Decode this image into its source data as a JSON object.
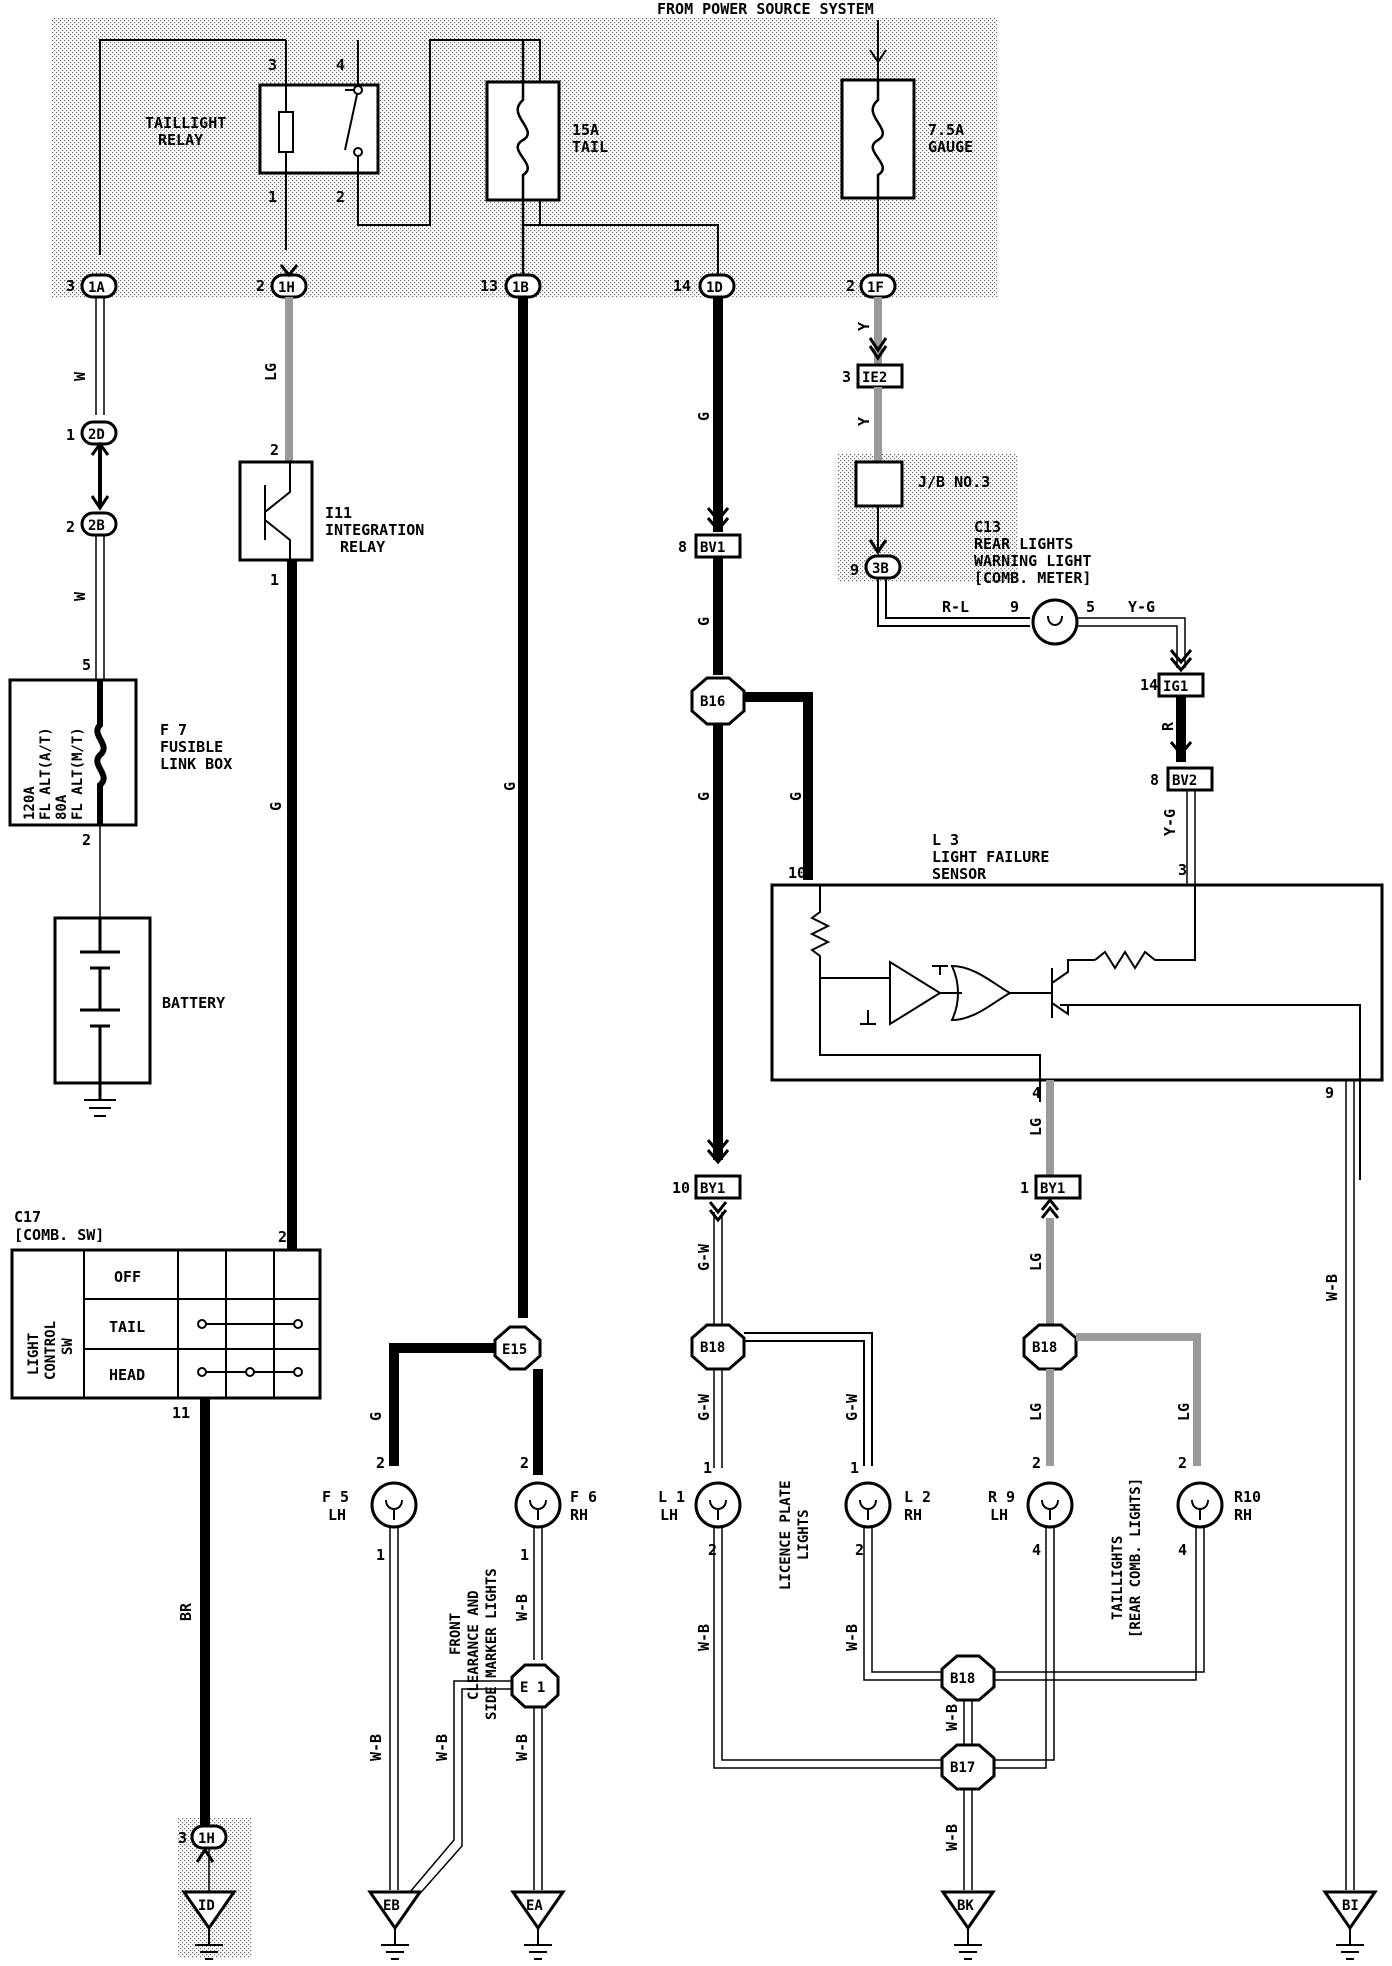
{
  "header": {
    "source": "FROM POWER SOURCE SYSTEM"
  },
  "junction_block": {
    "relay_name": [
      "TAILLIGHT",
      "RELAY"
    ],
    "relay_pins": {
      "p3": "3",
      "p4": "4",
      "p1": "1",
      "p2": "2"
    },
    "fuse_tail": [
      "15A",
      "TAIL"
    ],
    "fuse_gauge": [
      "7.5A",
      "GAUGE"
    ],
    "connectors": [
      {
        "pin": "3",
        "code": "1A"
      },
      {
        "pin": "2",
        "code": "1H"
      },
      {
        "pin": "13",
        "code": "1B"
      },
      {
        "pin": "14",
        "code": "1D"
      },
      {
        "pin": "2",
        "code": "1F"
      }
    ]
  },
  "battery_branch": {
    "wire1": "W",
    "conn_2d": {
      "pin": "1",
      "code": "2D"
    },
    "conn_2b": {
      "pin": "2",
      "code": "2B"
    },
    "wire2": "W",
    "pin5": "5",
    "fusible": {
      "id": "F 7",
      "name": [
        "FUSIBLE",
        "LINK BOX"
      ],
      "ratings": [
        "120A",
        "FL ALT(A/T)",
        "80A",
        "FL ALT(M/T)"
      ],
      "pin2": "2"
    },
    "battery": "BATTERY"
  },
  "integration_relay": {
    "wire": "LG",
    "pin_in": "2",
    "id": "I11",
    "name": [
      "INTEGRATION",
      "RELAY"
    ],
    "pin_out": "1",
    "wire_out": "G"
  },
  "switch": {
    "id": "C17",
    "sub": "[COMB. SW]",
    "name": [
      "LIGHT",
      "CONTROL",
      "SW"
    ],
    "pin2": "2",
    "pin11": "11",
    "rows": [
      "OFF",
      "TAIL",
      "HEAD"
    ],
    "wire_br": "BR",
    "conn": {
      "pin": "3",
      "code": "1H"
    },
    "ground": "ID"
  },
  "front_lights": {
    "wire_g_main": "G",
    "junction_e15": "E15",
    "wire_g_left": "G",
    "left": {
      "id": "F 5",
      "side": "LH",
      "pin_top": "2",
      "pin_bot": "1"
    },
    "right": {
      "id": "F 6",
      "side": "RH",
      "pin_top": "2",
      "pin_bot": "1"
    },
    "caption": [
      "FRONT",
      "CLEARANCE AND",
      "SIDE MARKER LIGHTS"
    ],
    "junction_e1": "E 1",
    "wires_wb": [
      "W-B",
      "W-B",
      "W-B",
      "W-B"
    ],
    "grounds": [
      "EB",
      "EA"
    ]
  },
  "tail_branch": {
    "wire_g1": "G",
    "conn_bv1": {
      "pin": "8",
      "code": "BV1"
    },
    "wire_g2": "G",
    "junction_b16": "B16",
    "wire_g3": "G",
    "wire_g4": "G",
    "conn_by1_left": {
      "pin": "10",
      "code": "BY1"
    },
    "wire_gw": "G-W",
    "junction_b18_left": "B18",
    "license_left": {
      "id": "L 1",
      "side": "LH",
      "pin_top": "1",
      "pin_bot": "2"
    },
    "license_right": {
      "id": "L 2",
      "side": "RH",
      "pin_top": "1",
      "pin_bot": "2"
    },
    "license_caption": [
      "LICENCE PLATE",
      "LIGHTS"
    ],
    "wires_gw": [
      "G-W",
      "G-W"
    ],
    "wires_wb": [
      "W-B",
      "W-B",
      "W-B",
      "W-B"
    ],
    "junction_b18_bottom": "B18",
    "junction_b17": "B17",
    "ground": "BK"
  },
  "gauge_branch": {
    "wire_y1": "Y",
    "conn_ie2": {
      "pin": "3",
      "code": "IE2"
    },
    "wire_y2": "Y",
    "jb3": "J/B NO.3",
    "conn_3b": {
      "pin": "9",
      "code": "3B"
    },
    "warning": {
      "id": "C13",
      "name": [
        "REAR LIGHTS",
        "WARNING LIGHT",
        "[COMB. METER]"
      ],
      "pin_l": "9",
      "pin_r": "5"
    },
    "wire_rl": "R-L",
    "wire_yg": "Y-G",
    "conn_ig1": {
      "pin": "14",
      "code": "IG1"
    },
    "wire_r": "R",
    "conn_bv2": {
      "pin": "8",
      "code": "BV2"
    },
    "wire_yg2": "Y-G"
  },
  "sensor": {
    "id": "L 3",
    "name": [
      "LIGHT FAILURE",
      "SENSOR"
    ],
    "pins": {
      "p10": "10",
      "p3": "3",
      "p4": "4",
      "p9": "9"
    }
  },
  "taillights": {
    "wire_lg": "LG",
    "conn_by1_right": {
      "pin": "1",
      "code": "BY1"
    },
    "wire_lg2": "LG",
    "junction_b18": "B18",
    "wires_lg": [
      "LG",
      "LG"
    ],
    "left": {
      "id": "R 9",
      "side": "LH",
      "pin_top": "2",
      "pin_bot": "4"
    },
    "right": {
      "id": "R10",
      "side": "RH",
      "pin_top": "2",
      "pin_bot": "4"
    },
    "caption": [
      "TAILLIGHTS",
      "[REAR COMB. LIGHTS]"
    ],
    "wire_wb_sensor": "W-B",
    "ground": "BI"
  }
}
